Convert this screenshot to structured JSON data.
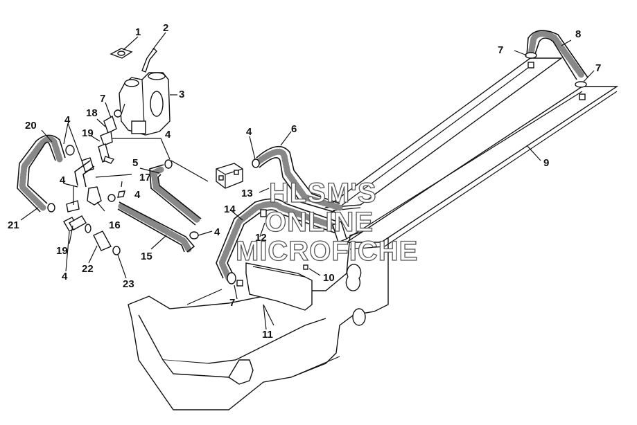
{
  "diagram": {
    "labels": [
      "1",
      "2",
      "3",
      "4",
      "4",
      "4",
      "4",
      "4",
      "4",
      "4",
      "5",
      "6",
      "7",
      "7",
      "7",
      "7",
      "8",
      "9",
      "10",
      "11",
      "12",
      "13",
      "14",
      "15",
      "16",
      "17",
      "18",
      "19",
      "19",
      "20",
      "21",
      "22",
      "23"
    ],
    "watermark": [
      "HLSM'S",
      "ONLINE",
      "MICROFICHE"
    ]
  }
}
